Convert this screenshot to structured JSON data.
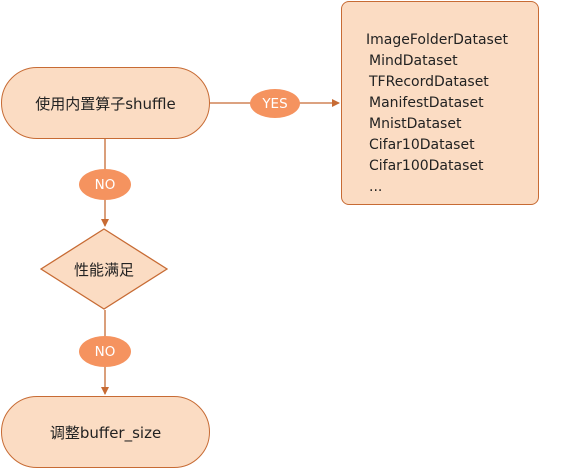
{
  "nodes": {
    "builtin_shuffle": "使用内置算子shuffle",
    "performance_check": "性能满足",
    "adjust_buffer": "调整buffer_size"
  },
  "edges": {
    "yes_label": "YES",
    "no_label_1": "NO",
    "no_label_2": "NO"
  },
  "dataset_list": [
    "ImageFolderDataset",
    "MindDataset",
    "TFRecordDataset",
    "ManifestDataset",
    "MnistDataset",
    "Cifar10Dataset",
    "Cifar100Dataset",
    "..."
  ],
  "colors": {
    "node_fill": "#fbdcc3",
    "node_border": "#c76b34",
    "badge_fill": "#f5935f",
    "connector": "#c76b34"
  }
}
